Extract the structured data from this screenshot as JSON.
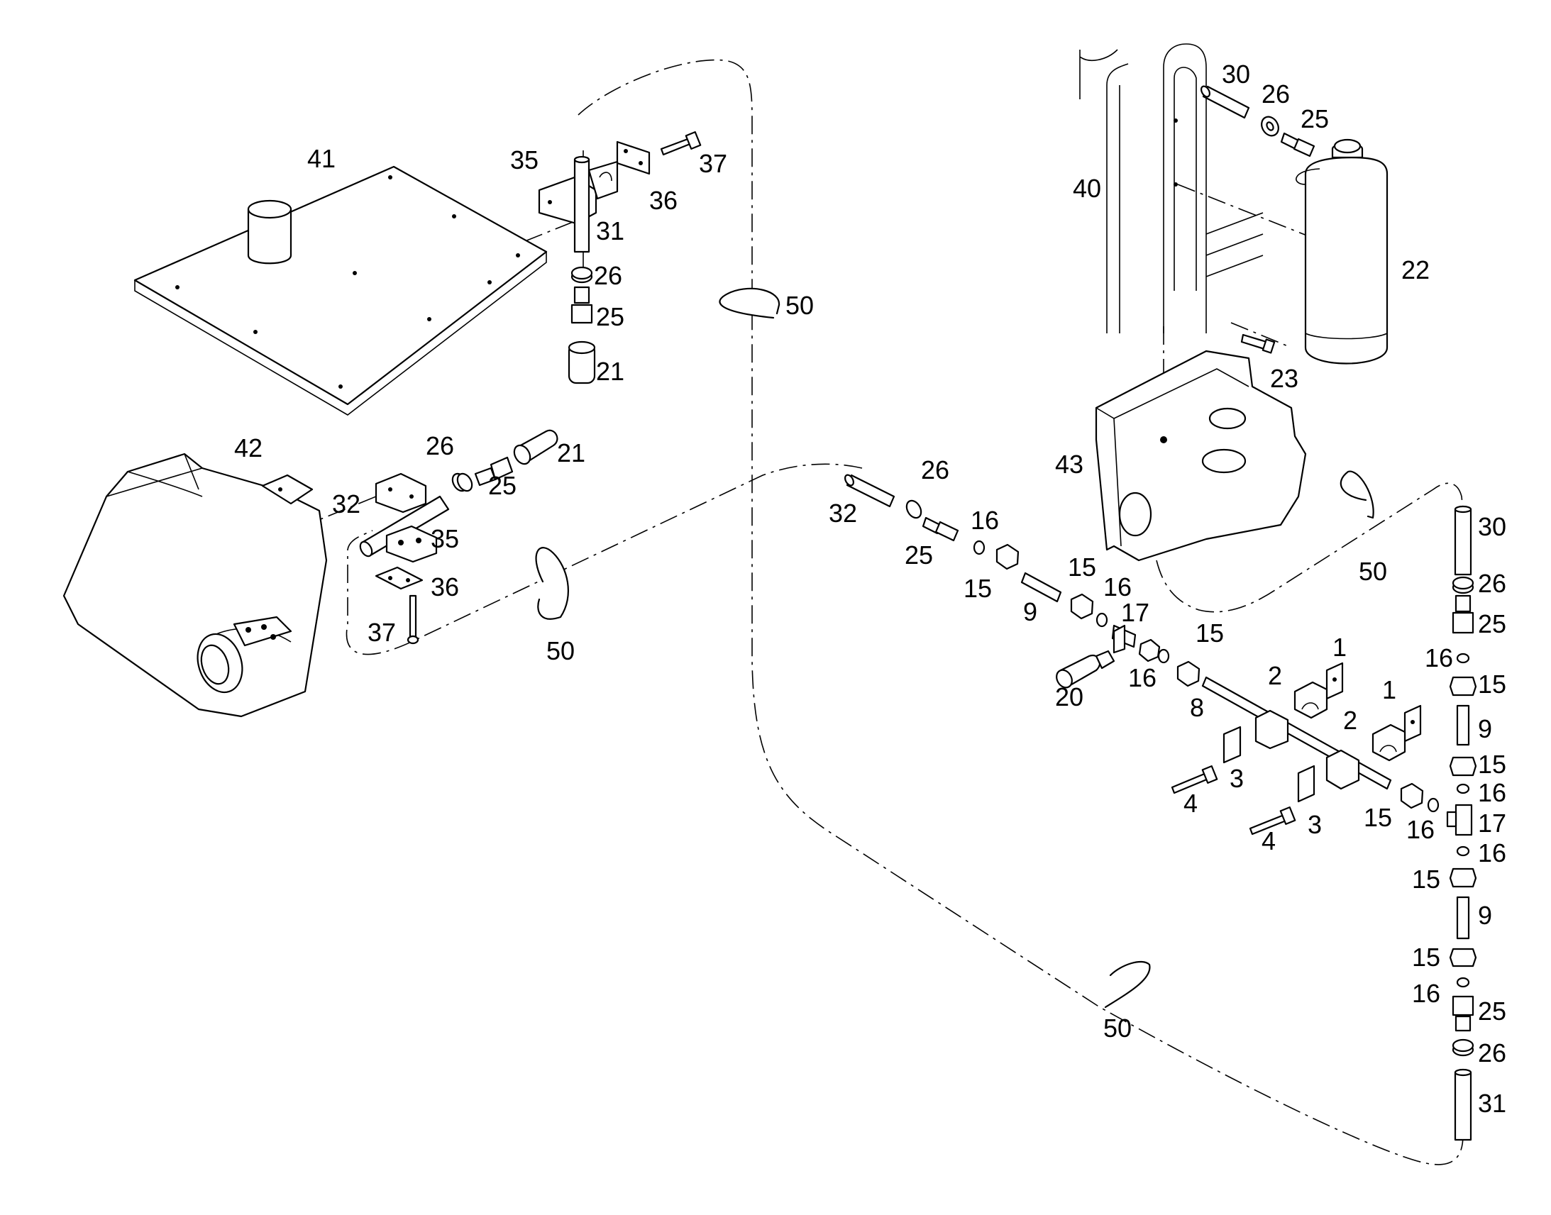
{
  "background": "#ffffff",
  "ink": "#000000",
  "labels": {
    "l30a": "30",
    "l26a": "26",
    "l25a": "25",
    "l40": "40",
    "l22": "22",
    "l23": "23",
    "l43": "43",
    "l41": "41",
    "l35a": "35",
    "l37a": "37",
    "l36a": "36",
    "l31a": "31",
    "l26b": "26",
    "l25b": "25",
    "l21a": "21",
    "l50a": "50",
    "l42": "42",
    "l26c": "26",
    "l21b": "21",
    "l32a": "32",
    "l25c": "25",
    "l35b": "35",
    "l36b": "36",
    "l37b": "37",
    "l50b": "50",
    "l26d": "26",
    "l32b": "32",
    "l16a": "16",
    "l25d": "25",
    "l15a": "15",
    "l15b": "15",
    "l9a": "9",
    "l16b": "16",
    "l17a": "17",
    "l15c": "15",
    "l20": "20",
    "l16c": "16",
    "l8": "8",
    "l1a": "1",
    "l2a": "2",
    "l1b": "1",
    "l2b": "2",
    "l3a": "3",
    "l4a": "4",
    "l3b": "3",
    "l4b": "4",
    "l15d": "15",
    "l16d": "16",
    "l30b": "30",
    "l50c": "50",
    "l26e": "26",
    "l25e": "25",
    "l16e": "16",
    "l15e": "15",
    "l9b": "9",
    "l15f": "15",
    "l16f": "16",
    "l17b": "17",
    "l16g": "16",
    "l15g": "15",
    "l9c": "9",
    "l15h": "15",
    "l16h": "16",
    "l25f": "25",
    "l26f": "26",
    "l31b": "31",
    "l50d": "50"
  }
}
